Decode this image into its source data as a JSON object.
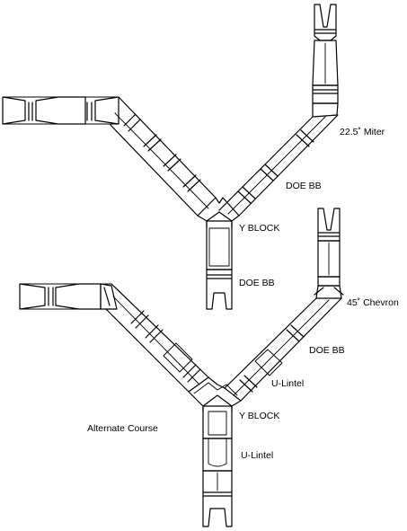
{
  "labels": {
    "miter": "22.5˚ Miter",
    "doe_bb_top": "DOE BB",
    "y_block_top": "Y BLOCK",
    "doe_bb_stem": "DOE BB",
    "chevron": "45˚ Chevron",
    "doe_bb_bottom": "DOE BB",
    "u_lintel_arm": "U-Lintel",
    "alternate_course": "Alternate Course",
    "y_block_bottom": "Y BLOCK",
    "u_lintel_stem": "U-Lintel"
  },
  "colors": {
    "stroke": "#000000",
    "background": "#ffffff"
  }
}
